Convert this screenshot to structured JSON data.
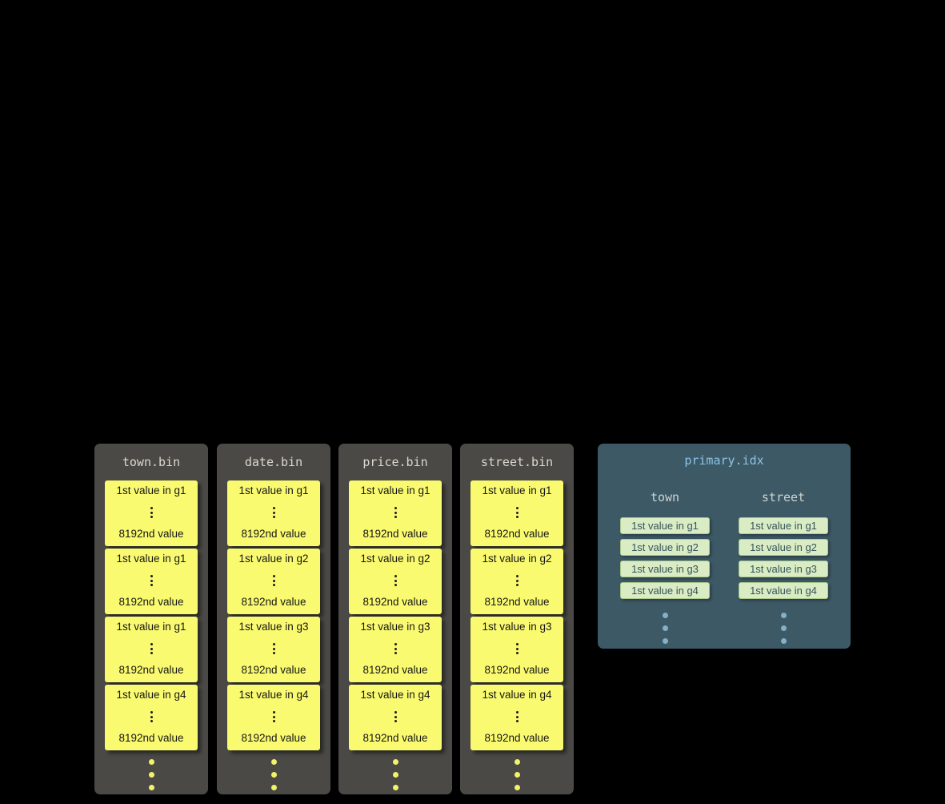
{
  "bin_files": [
    {
      "name": "town.bin",
      "granules": [
        {
          "first": "1st value in g1",
          "last": "8192nd value"
        },
        {
          "first": "1st value in g1",
          "last": "8192nd value"
        },
        {
          "first": "1st value in g1",
          "last": "8192nd value"
        },
        {
          "first": "1st value in g4",
          "last": "8192nd value"
        }
      ]
    },
    {
      "name": "date.bin",
      "granules": [
        {
          "first": "1st value in g1",
          "last": "8192nd value"
        },
        {
          "first": "1st value in g2",
          "last": "8192nd value"
        },
        {
          "first": "1st value in g3",
          "last": "8192nd value"
        },
        {
          "first": "1st value in g4",
          "last": "8192nd value"
        }
      ]
    },
    {
      "name": "price.bin",
      "granules": [
        {
          "first": "1st value in g1",
          "last": "8192nd value"
        },
        {
          "first": "1st value in g2",
          "last": "8192nd value"
        },
        {
          "first": "1st value in g3",
          "last": "8192nd value"
        },
        {
          "first": "1st value in g4",
          "last": "8192nd value"
        }
      ]
    },
    {
      "name": "street.bin",
      "granules": [
        {
          "first": "1st value in g1",
          "last": "8192nd value"
        },
        {
          "first": "1st value in g2",
          "last": "8192nd value"
        },
        {
          "first": "1st value in g3",
          "last": "8192nd value"
        },
        {
          "first": "1st value in g4",
          "last": "8192nd value"
        }
      ]
    }
  ],
  "index_file": {
    "name": "primary.idx",
    "columns": [
      {
        "name": "town",
        "entries": [
          "1st value in g1",
          "1st value in g2",
          "1st value in g3",
          "1st value in g4"
        ]
      },
      {
        "name": "street",
        "entries": [
          "1st value in g1",
          "1st value in g2",
          "1st value in g3",
          "1st value in g4"
        ]
      }
    ]
  },
  "colors": {
    "background": "#000000",
    "bin_panel_bg": "#4a4945",
    "bin_header_text": "#dcd8cf",
    "granule_bg": "#fafa70",
    "granule_text": "#161616",
    "bin_ellipsis_dots": "#f3f36a",
    "idx_panel_bg": "#3d5966",
    "idx_header_text": "#8cc3e4",
    "idx_column_header_text": "#ccd5d1",
    "idx_chip_bg": "#d9ecc4",
    "idx_chip_border": "#a9c98e",
    "idx_chip_text": "#36535a",
    "idx_ellipsis_dots": "#84b0c8"
  }
}
